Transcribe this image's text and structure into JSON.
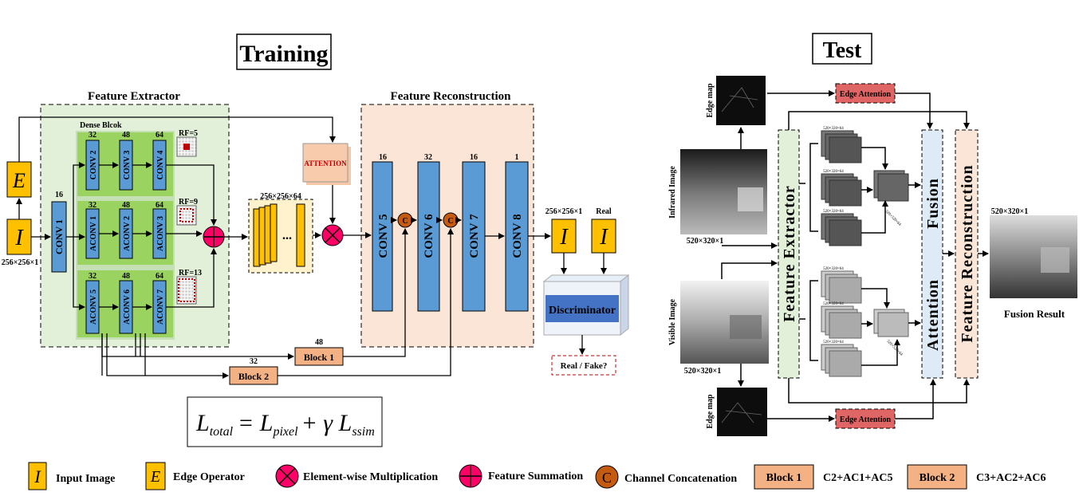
{
  "titles": {
    "training": "Training",
    "test": "Test"
  },
  "training": {
    "feature_extractor": "Feature Extractor",
    "dense_block": "Dense Blcok",
    "feature_reconstruction": "Feature Reconstruction",
    "conv1": "CONV 1",
    "conv1_ch": "16",
    "conv2": "CONV 2",
    "conv3": "CONV 3",
    "conv4": "CONV 4",
    "aconv1": "ACONV 1",
    "aconv2": "ACONV 2",
    "aconv3": "ACONV 3",
    "aconv5": "ACONV 5",
    "aconv6": "ACONV 6",
    "aconv7": "ACONV 7",
    "ch32": "32",
    "ch48": "48",
    "ch64": "64",
    "rf5": "RF=5",
    "rf9": "RF=9",
    "rf13": "RF=13",
    "input_label": "256×256×1",
    "feat_size": "256×256×64",
    "dots": "...",
    "attention": "ATTENTION",
    "conv5": "CONV 5",
    "conv5_ch": "16",
    "conv6": "CONV 6",
    "conv6_ch": "32",
    "conv7": "CONV 7",
    "conv7_ch": "16",
    "conv8": "CONV 8",
    "conv8_ch": "1",
    "concat_symbol": "C",
    "block1": "Block 1",
    "block1_ch": "48",
    "block2": "Block 2",
    "block2_ch": "32",
    "out_size": "256×256×1",
    "real": "Real",
    "discriminator": "Discriminator",
    "real_fake": "Real / Fake?",
    "loss_total": "L",
    "loss_total_sub": "total",
    "loss_eq": "= L",
    "loss_pixel_sub": "pixel",
    "loss_plus": "+ γ L",
    "loss_ssim_sub": "ssim",
    "i_symbol": "I",
    "e_symbol": "E"
  },
  "test": {
    "edge_map": "Edge map",
    "infrared_image": "Infrared Image",
    "visible_image": "Visible Image",
    "img_size": "520×320×1",
    "edge_attention": "Edge Attention",
    "feature_extractor": "Feature Extractor",
    "fusion": "Fusion",
    "attention": "Attention",
    "feature_reconstruction": "Feature Reconstruction",
    "stack_label": "520×320×64",
    "fusion_result": "Fusion Result",
    "result_size": "520×320×1"
  },
  "legend": {
    "input_image": "Input  Image",
    "edge_operator": "Edge Operator",
    "mult": "Element-wise Multiplication",
    "sum": "Feature Summation",
    "concat": "Channel Concatenation",
    "block1": "Block 1",
    "block1_desc": "C2+AC1+AC5",
    "block2": "Block 2",
    "block2_desc": "C3+AC2+AC6"
  },
  "colors": {
    "conv_blue": "#5b9bd5",
    "green_bg": "#e2efd9",
    "green_block": "#92d050",
    "recon_bg": "#fbe5d6",
    "block_orange": "#f4b183",
    "io_yellow": "#ffc000",
    "sum_pink": "#ff0066",
    "concat_brown": "#c55a11",
    "edge_att_red": "#e06666",
    "disc_blue": "#4472c4"
  }
}
